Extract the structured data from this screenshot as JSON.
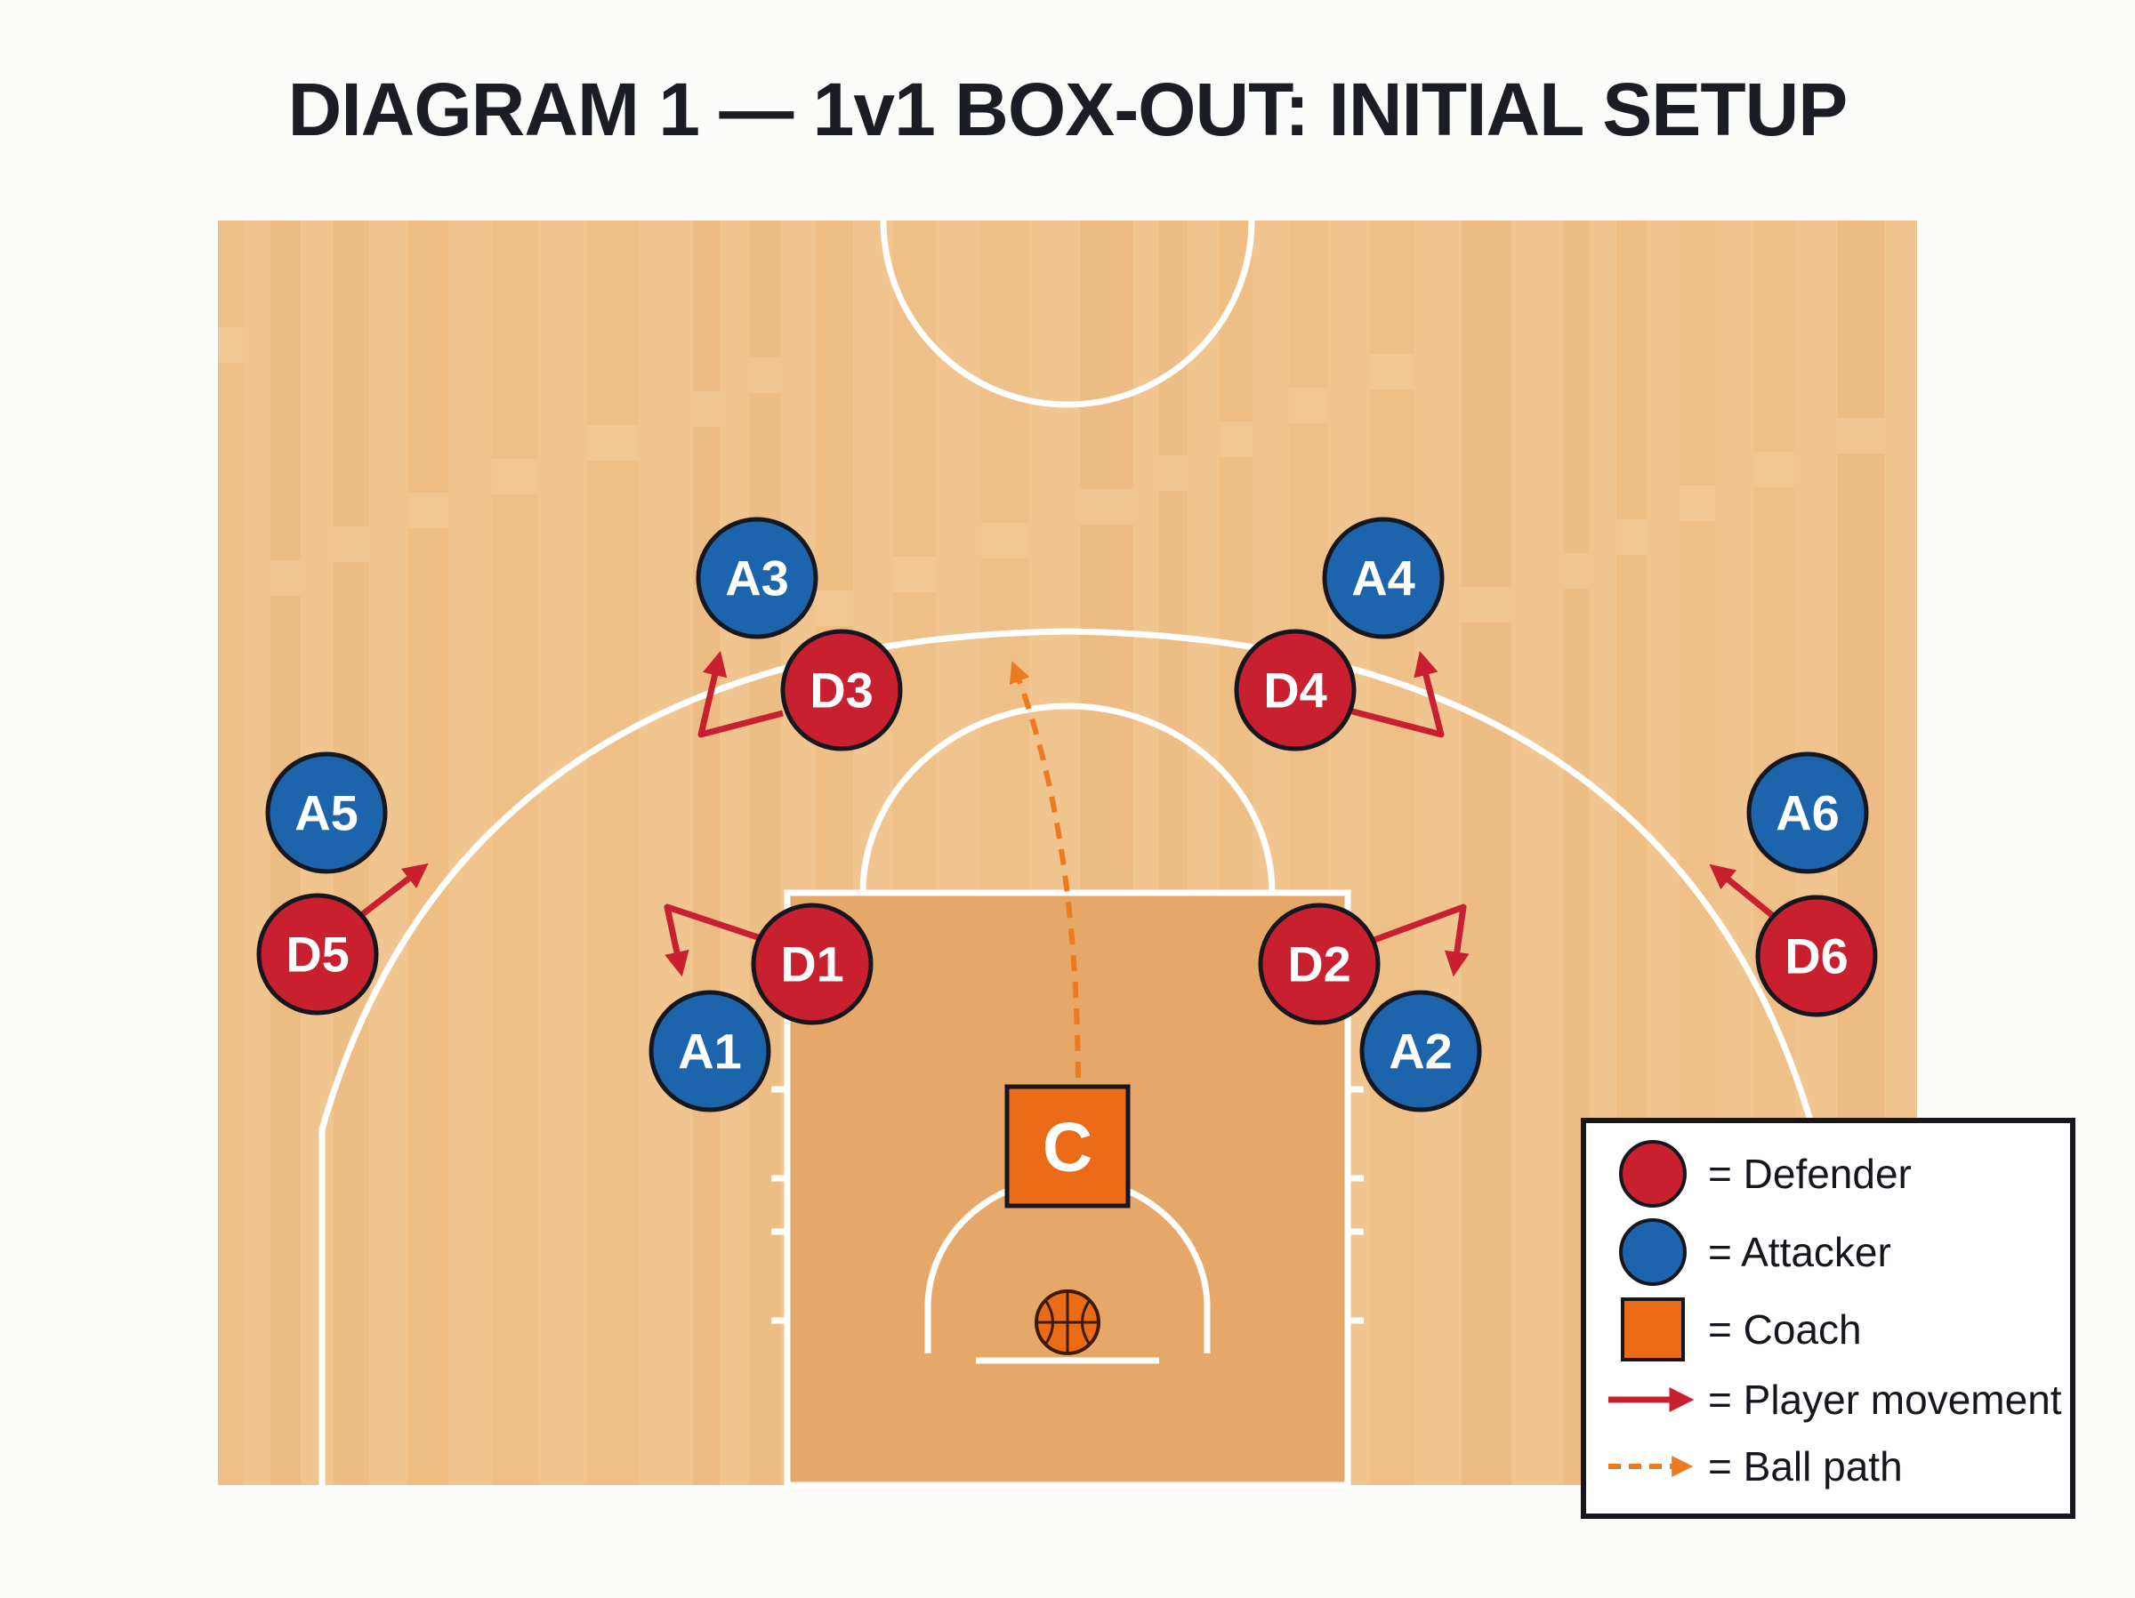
{
  "title": "DIAGRAM 1 — 1v1 BOX-OUT: INITIAL SETUP",
  "colors": {
    "background": "#fbfbf9",
    "court": "#f1c58f",
    "court_stripe": "#e9b67c",
    "paint": "#e6a869",
    "lines": "#ffffff",
    "defender": "#c8202f",
    "attacker": "#1c64ac",
    "coach": "#ec6b17",
    "movement_arrow": "#c8202f",
    "ball_path": "#ec7a1e",
    "outline": "#16161e"
  },
  "players": {
    "defenders": [
      "D1",
      "D2",
      "D3",
      "D4",
      "D5",
      "D6"
    ],
    "attackers": [
      "A1",
      "A2",
      "A3",
      "A4",
      "A5",
      "A6"
    ]
  },
  "coach": {
    "label": "C"
  },
  "legend": {
    "defender": "= Defender",
    "attacker": "= Attacker",
    "coach": "= Coach",
    "movement": "= Player movement",
    "ball_path": "= Ball path"
  }
}
